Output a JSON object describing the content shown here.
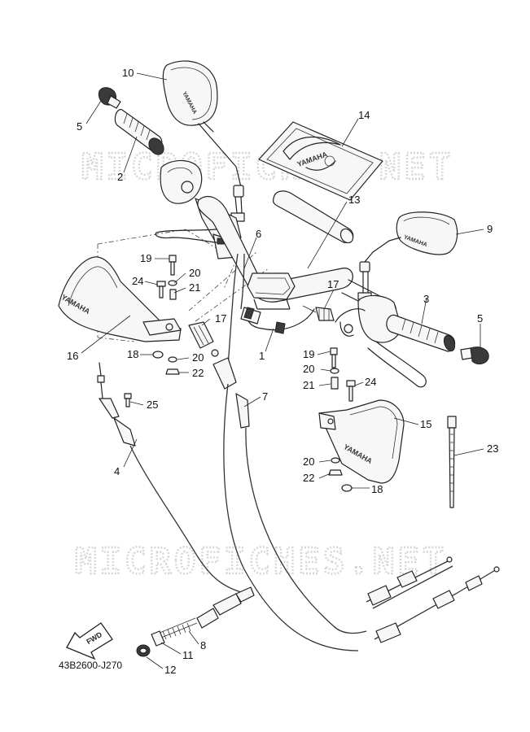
{
  "watermarks": [
    "MICROFICHES.NET",
    "MICROFICHES.NET"
  ],
  "brand_text": "YAMAHA",
  "fwd_label": "FWD",
  "diagram_code": "43B2600-J270",
  "callouts": [
    "1",
    "2",
    "3",
    "4",
    "5",
    "5",
    "6",
    "7",
    "8",
    "9",
    "10",
    "11",
    "12",
    "13",
    "14",
    "15",
    "16",
    "17",
    "17",
    "18",
    "18",
    "19",
    "19",
    "20",
    "20",
    "20",
    "20",
    "21",
    "21",
    "22",
    "22",
    "23",
    "24",
    "24",
    "25"
  ]
}
